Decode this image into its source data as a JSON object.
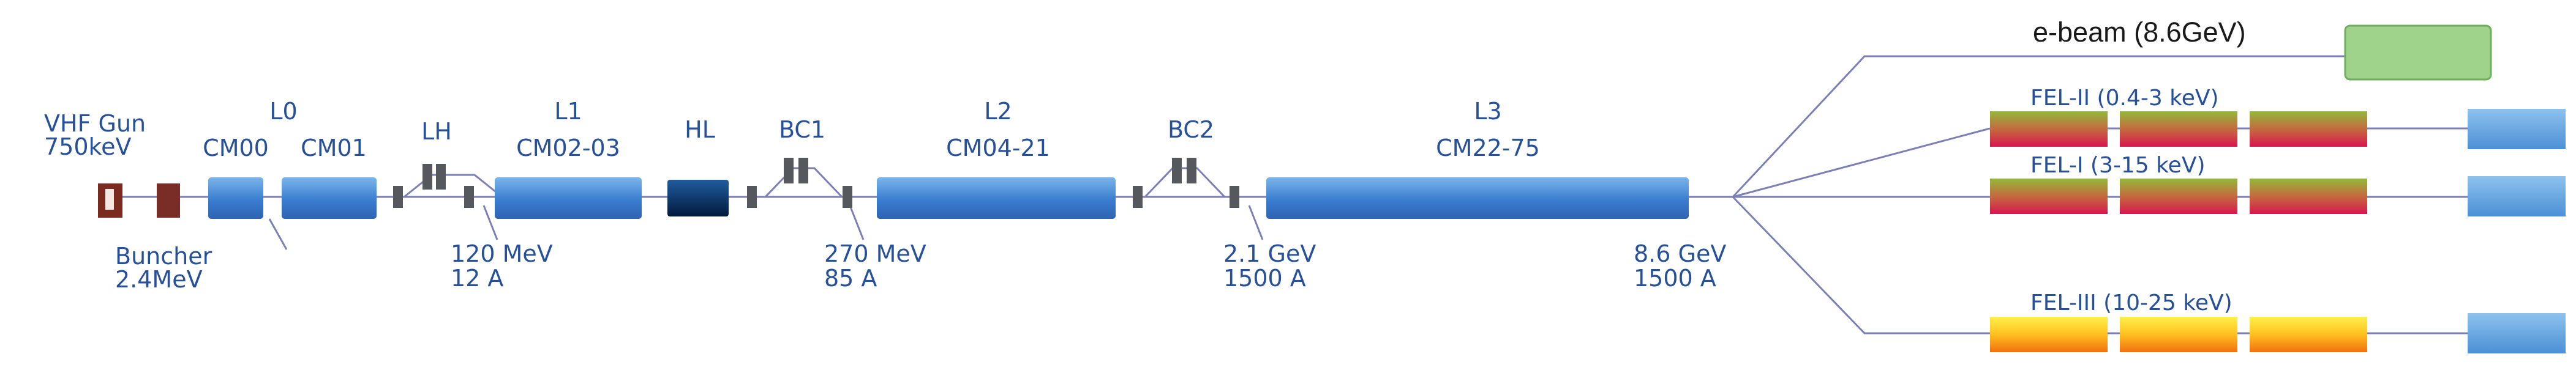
{
  "source": {
    "name": "VHF Gun",
    "energy": "750keV"
  },
  "buncher": {
    "name": "Buncher",
    "energy": "2.4MeV"
  },
  "sections": {
    "l0": "L0",
    "cm00": "CM00",
    "cm01": "CM01",
    "lh": "LH",
    "l1": "L1",
    "l1_modules": "CM02-03",
    "hl": "HL",
    "bc1": "BC1",
    "l2": "L2",
    "l2_modules": "CM04-21",
    "bc2": "BC2",
    "l3": "L3",
    "l3_modules": "CM22-75"
  },
  "beam_params": [
    {
      "energy": "120 MeV",
      "current": "12 A"
    },
    {
      "energy": "270 MeV",
      "current": "85 A"
    },
    {
      "energy": "2.1 GeV",
      "current": "1500 A"
    },
    {
      "energy": "8.6 GeV",
      "current": "1500 A"
    }
  ],
  "lines": {
    "ebeam": "e-beam (8.6GeV)",
    "fel2": "FEL-II (0.4-3 keV)",
    "fel1": "FEL-I (3-15 keV)",
    "fel3": "FEL-III (10-25 keV)"
  },
  "colors": {
    "label": "#27509a",
    "beamline": "#7c7fb6",
    "cavity": "#3c7fd0",
    "hl": "#06295a",
    "gun": "#7b2a20",
    "magnet": "#55585d",
    "ebeam_dump": "#9fd28a",
    "fel_undulator_red_green": [
      "#8fb23c",
      "#d82050"
    ],
    "fel_undulator_orange_yellow": [
      "#ffe030",
      "#f07a10"
    ],
    "endstation": "#69a8e2"
  }
}
